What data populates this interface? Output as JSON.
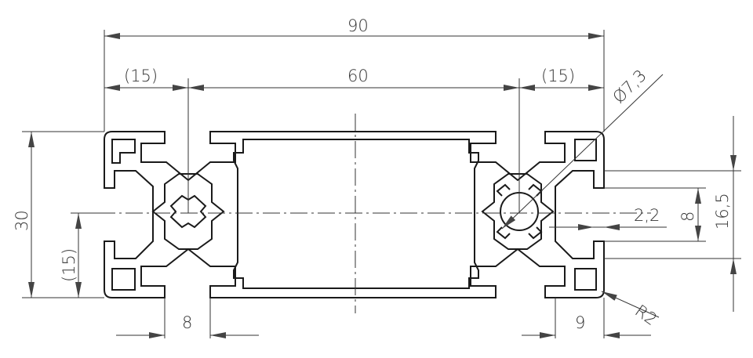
{
  "dimensions": {
    "overall_width": "90",
    "left_slot_offset": "(15)",
    "slot_pitch": "60",
    "right_slot_offset": "(15)",
    "bore_diameter": "Ø7,3",
    "height": "30",
    "half_height": "(15)",
    "wall": "2,2",
    "slot_height": "8",
    "slot_span": "16,5",
    "left_slot_width": "8",
    "right_slot_width": "9",
    "corner_radius": "R2"
  }
}
